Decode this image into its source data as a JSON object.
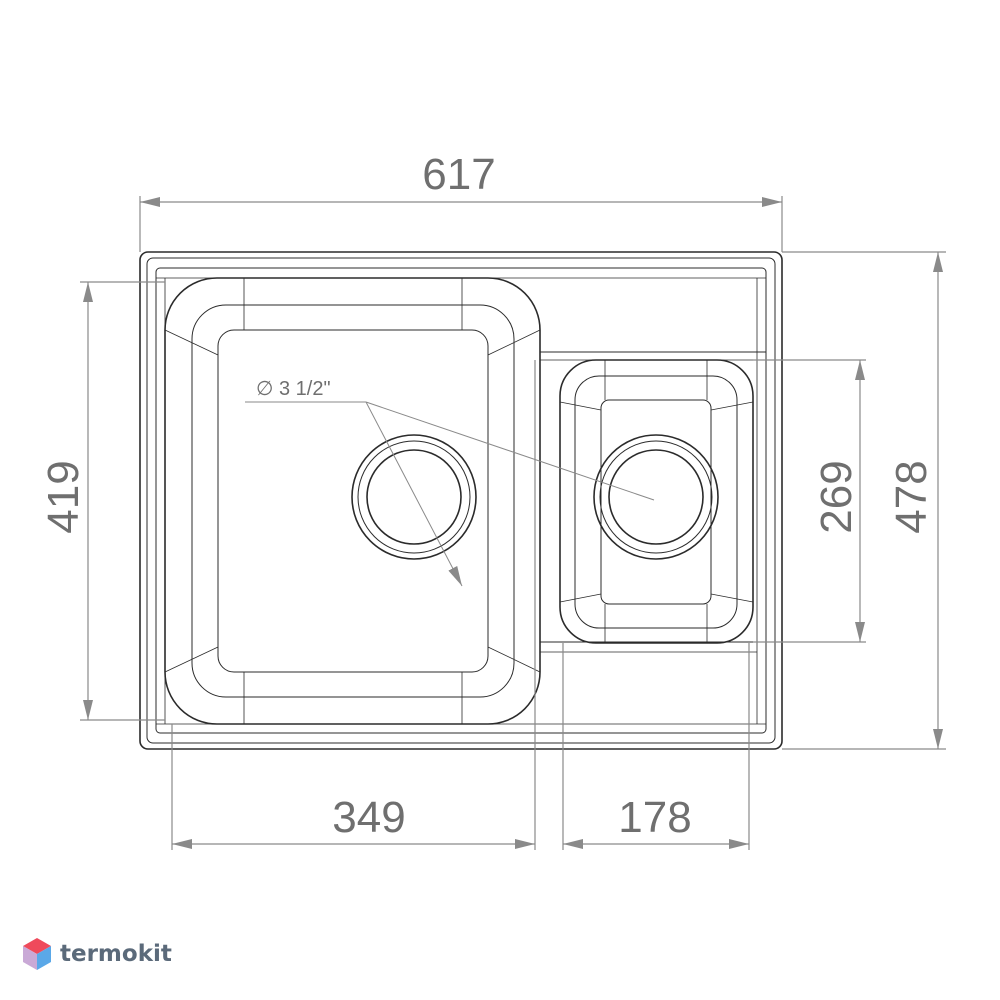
{
  "dimensions": {
    "overall_width": "617",
    "overall_depth": "478",
    "large_bowl_width": "349",
    "large_bowl_depth": "419",
    "small_bowl_width": "178",
    "small_bowl_depth": "269"
  },
  "callouts": {
    "drain_diameter": "∅ 3 1/2\""
  },
  "brand": {
    "name": "termokit",
    "colors": {
      "top": "#ef4a5b",
      "left": "#c9a9d6",
      "right": "#5aa8e8"
    }
  },
  "colors": {
    "outline": "#2b2b2b",
    "dimension": "#8a8a8a"
  }
}
